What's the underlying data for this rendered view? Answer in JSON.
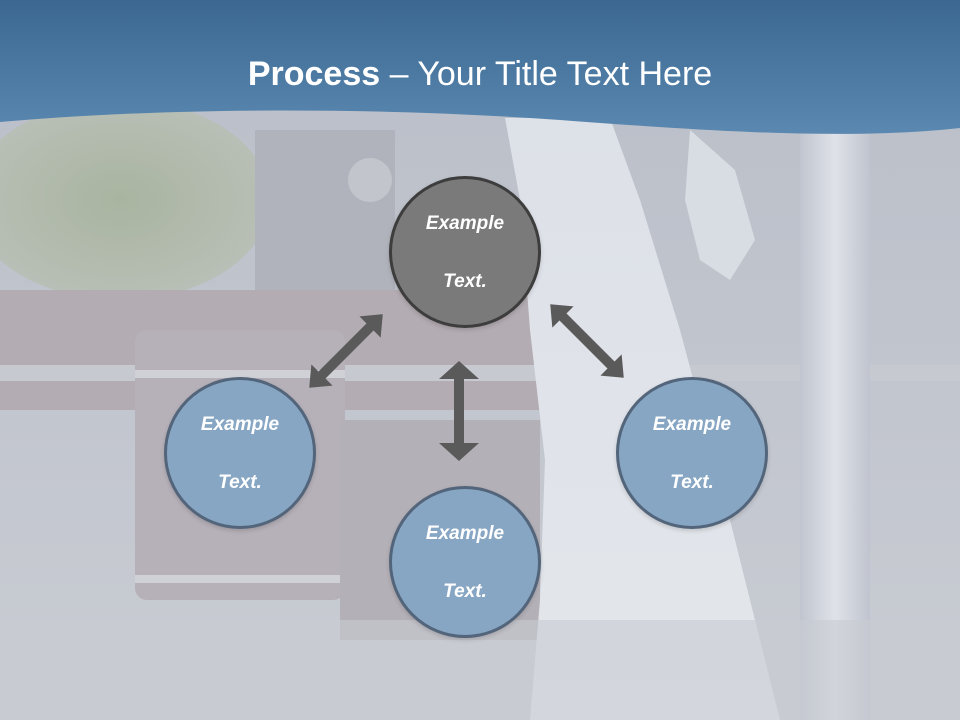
{
  "title": {
    "bold": "Process",
    "rest": " – Your Title Text Here"
  },
  "nodes": {
    "center": {
      "line1": "Example",
      "line2": "Text."
    },
    "left": {
      "line1": "Example",
      "line2": "Text."
    },
    "bottom": {
      "line1": "Example",
      "line2": "Text."
    },
    "right": {
      "line1": "Example",
      "line2": "Text."
    }
  },
  "colors": {
    "title_band": "#4d7aa3",
    "center_node": "#7a7a7a",
    "side_nodes": "#87a6c3",
    "arrows": "#5a5a5a"
  },
  "icons": [
    "double-arrow-icon"
  ]
}
